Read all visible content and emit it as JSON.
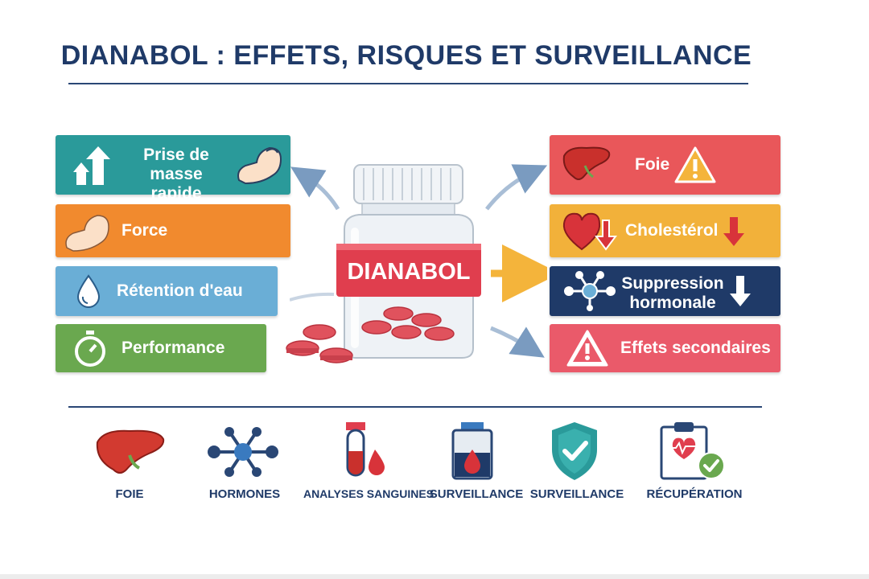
{
  "title": "DIANABOL : EFFETS, RISQUES ET SURVEILLANCE",
  "bottle": {
    "label": "DIANABOL"
  },
  "effects": [
    {
      "label": "Prise de masse rapide",
      "line1": "Prise de masse",
      "line2": "rapide",
      "color": "#2a9a9a",
      "icon": "arrows-up-icon",
      "icon2": "flexed-arm-icon"
    },
    {
      "label": "Force",
      "color": "#f18a2e",
      "icon": "flexed-arm-icon"
    },
    {
      "label": "Rétention d'eau",
      "color": "#6aaed6",
      "icon": "water-drop-icon"
    },
    {
      "label": "Performance",
      "color": "#6aa84f",
      "icon": "stopwatch-icon"
    }
  ],
  "risks": [
    {
      "label": "Foie",
      "color": "#e9575a",
      "icon": "liver-icon",
      "icon2": "warning-icon"
    },
    {
      "label": "Cholestérol",
      "color": "#f2b13a",
      "icon": "heart-down-icon",
      "icon2": "red-down-arrow-icon"
    },
    {
      "label": "Suppression hormonale",
      "line1": "Suppression",
      "line2": "hormonale",
      "color": "#1f3a68",
      "icon": "molecule-icon",
      "icon2": "down-arrow-icon"
    },
    {
      "label": "Effets secondaires",
      "color": "#ea5a6a",
      "icon": "warning-icon"
    }
  ],
  "monitoring": [
    {
      "label": "FOIE",
      "icon": "liver-icon"
    },
    {
      "label": "HORMONES",
      "icon": "molecule-icon"
    },
    {
      "label": "ANALYSES SANGUINES",
      "icon": "blood-tube-icon"
    },
    {
      "label": "SURVEILLANCE",
      "icon": "blood-vial-icon"
    },
    {
      "label": "SURVEILLANCE",
      "icon": "shield-check-icon"
    },
    {
      "label": "RÉCUPÉRATION",
      "icon": "clipboard-heart-check-icon"
    }
  ]
}
